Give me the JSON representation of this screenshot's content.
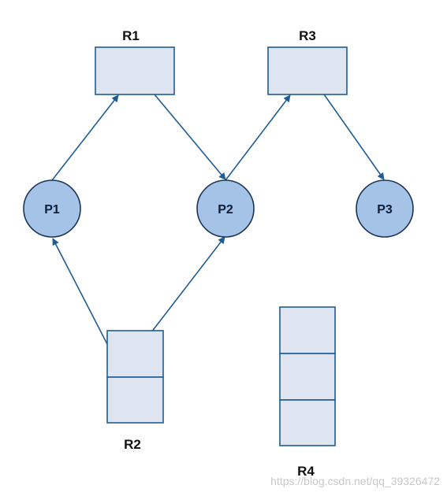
{
  "diagram": {
    "processes": [
      {
        "id": "P1",
        "label": "P1"
      },
      {
        "id": "P2",
        "label": "P2"
      },
      {
        "id": "P3",
        "label": "P3"
      }
    ],
    "resources": [
      {
        "id": "R1",
        "label": "R1",
        "instances": 1
      },
      {
        "id": "R2",
        "label": "R2",
        "instances": 2
      },
      {
        "id": "R3",
        "label": "R3",
        "instances": 1
      },
      {
        "id": "R4",
        "label": "R4",
        "instances": 3
      }
    ],
    "edges": [
      {
        "from": "P1",
        "to": "R1",
        "kind": "request"
      },
      {
        "from": "R1",
        "to": "P2",
        "kind": "assignment"
      },
      {
        "from": "P2",
        "to": "R3",
        "kind": "request"
      },
      {
        "from": "R3",
        "to": "P3",
        "kind": "assignment"
      },
      {
        "from": "R2",
        "to": "P1",
        "kind": "assignment"
      },
      {
        "from": "R2",
        "to": "P2",
        "kind": "assignment"
      }
    ]
  },
  "watermark": "https://blog.csdn.net/qq_39326472",
  "colors": {
    "process_fill": "#a4c3e6",
    "process_stroke": "#1c3556",
    "resource_fill": "#dfe5f0",
    "resource_stroke": "#1f5c93",
    "edge": "#1f5c93"
  }
}
